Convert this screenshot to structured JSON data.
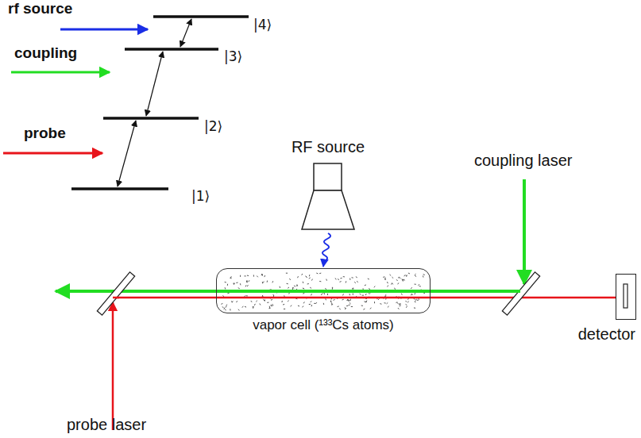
{
  "diagram": {
    "nodes": [
      {
        "text": [
          "RF source"
        ]
      },
      {
        "text": [
          "vapor cell (¹³³Cs atoms)"
        ]
      },
      {
        "text": [
          "detector"
        ]
      }
    ],
    "edges": [
      {
        "from": 0,
        "to": 1,
        "arrow": "to"
      }
    ],
    "labels": [
      "rf source",
      "coupling",
      "probe",
      "|4⟩",
      "|3⟩",
      "|2⟩",
      "|1⟩",
      "coupling laser",
      "probe laser"
    ]
  }
}
